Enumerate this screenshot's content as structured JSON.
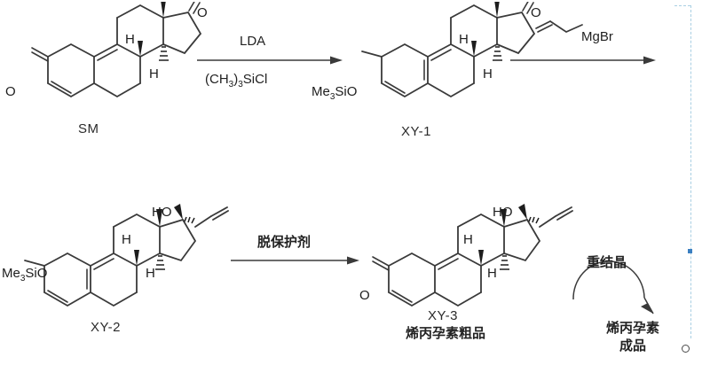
{
  "scheme": {
    "title": "Allylestrenol synthesis route",
    "background": "#ffffff",
    "line_color": "#3a3a3a"
  },
  "compounds": [
    {
      "id": "sm",
      "label": "SM",
      "sublabel": "",
      "left_substituent": "O",
      "right_substituent": "O",
      "h_labels": [
        "H",
        "H"
      ]
    },
    {
      "id": "xy1",
      "label": "XY-1",
      "sublabel": "",
      "left_substituent": "Me3SiO",
      "left_substituent_html": "Me<sub>3</sub>SiO",
      "right_substituent": "O",
      "h_labels": [
        "H",
        "H"
      ]
    },
    {
      "id": "xy2",
      "label": "XY-2",
      "sublabel": "",
      "left_substituent": "Me3SiO",
      "left_substituent_html": "Me<sub>3</sub>SiO",
      "right_substituent": "HO",
      "h_labels": [
        "H",
        "H"
      ]
    },
    {
      "id": "xy3",
      "label": "XY-3",
      "sublabel": "烯丙孕素粗品",
      "left_substituent": "O",
      "right_substituent": "HO",
      "h_labels": [
        "H",
        "H"
      ]
    }
  ],
  "arrows": [
    {
      "id": "arrow1",
      "above": "LDA",
      "below": "(CH3)3SiCl",
      "below_html": "(CH<sub>3</sub>)<sub>3</sub>SiCl",
      "type": "straight"
    },
    {
      "id": "arrow2",
      "above": "MgBr",
      "above_structure": "allyl-chain",
      "below": "",
      "type": "straight"
    },
    {
      "id": "arrow3",
      "above": "脱保护剂",
      "below": "",
      "type": "straight"
    },
    {
      "id": "arrow4",
      "above": "重结晶",
      "below": "",
      "type": "curved"
    }
  ],
  "final_product": {
    "line1": "烯丙孕素",
    "line2": "成品"
  },
  "overlay": {
    "selection_border_color": "#a9cfe3",
    "handle_color": "#3a7fc1",
    "circle_marker": "o"
  }
}
